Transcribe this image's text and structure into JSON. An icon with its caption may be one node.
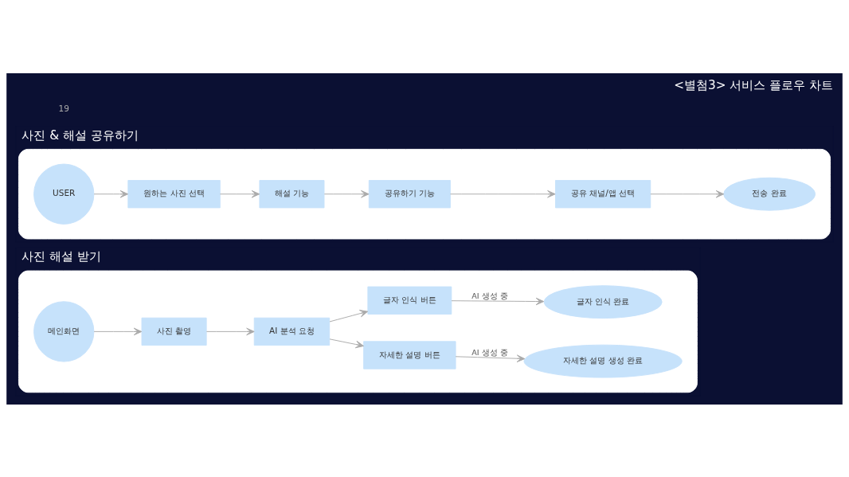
{
  "diagram": {
    "title": "<별첨3> 서비스 플로우 차트",
    "nodes": [
      {
        "text": [
          "사진 해설 받기"
        ]
      },
      {
        "text": [
          "메인화면"
        ],
        "in": 0
      },
      {
        "text": [
          "사진 촬영"
        ],
        "in": 0
      },
      {
        "text": [
          "AI 분석 요청"
        ],
        "in": 0
      },
      {
        "text": [
          "자세한 설명 버튼"
        ],
        "in": 0
      },
      {
        "text": [
          "자세한 설명 생성 완료"
        ],
        "in": 0
      },
      {
        "text": [
          "글자 인식 버튼"
        ],
        "in": 0
      },
      {
        "text": [
          "글자 인식 완료"
        ],
        "in": 0
      },
      {
        "text": [
          "사진 & 해설 공유하기"
        ]
      },
      {
        "text": [
          "USER"
        ],
        "in": 8
      },
      {
        "text": [
          "원하는 사진 선택"
        ],
        "in": 8
      },
      {
        "text": [
          "해설 기능"
        ],
        "in": 8
      },
      {
        "text": [
          "공유하기 기능"
        ],
        "in": 8
      },
      {
        "text": [
          "공유 채널/앱 선택"
        ],
        "in": 8
      },
      {
        "text": [
          "전송 완료"
        ],
        "in": 8
      }
    ],
    "edges": [
      {
        "from": 1,
        "to": 2,
        "arrow": "to"
      },
      {
        "from": 2,
        "to": 3,
        "arrow": "to"
      },
      {
        "from": 3,
        "to": 4,
        "arrow": "to"
      },
      {
        "from": 3,
        "to": 6,
        "arrow": "to"
      },
      {
        "from": 4,
        "to": 5,
        "arrow": "to",
        "label": "AI 생성 중"
      },
      {
        "from": 6,
        "to": 7,
        "arrow": "to",
        "label": "AI 생성 중"
      },
      {
        "from": 9,
        "to": 10,
        "arrow": "to"
      },
      {
        "from": 10,
        "to": 11,
        "arrow": "to"
      },
      {
        "from": 11,
        "to": 12,
        "arrow": "to"
      },
      {
        "from": 12,
        "to": 13,
        "arrow": "to"
      },
      {
        "from": 13,
        "to": 14,
        "arrow": "to"
      }
    ],
    "labels": [
      "19"
    ]
  }
}
